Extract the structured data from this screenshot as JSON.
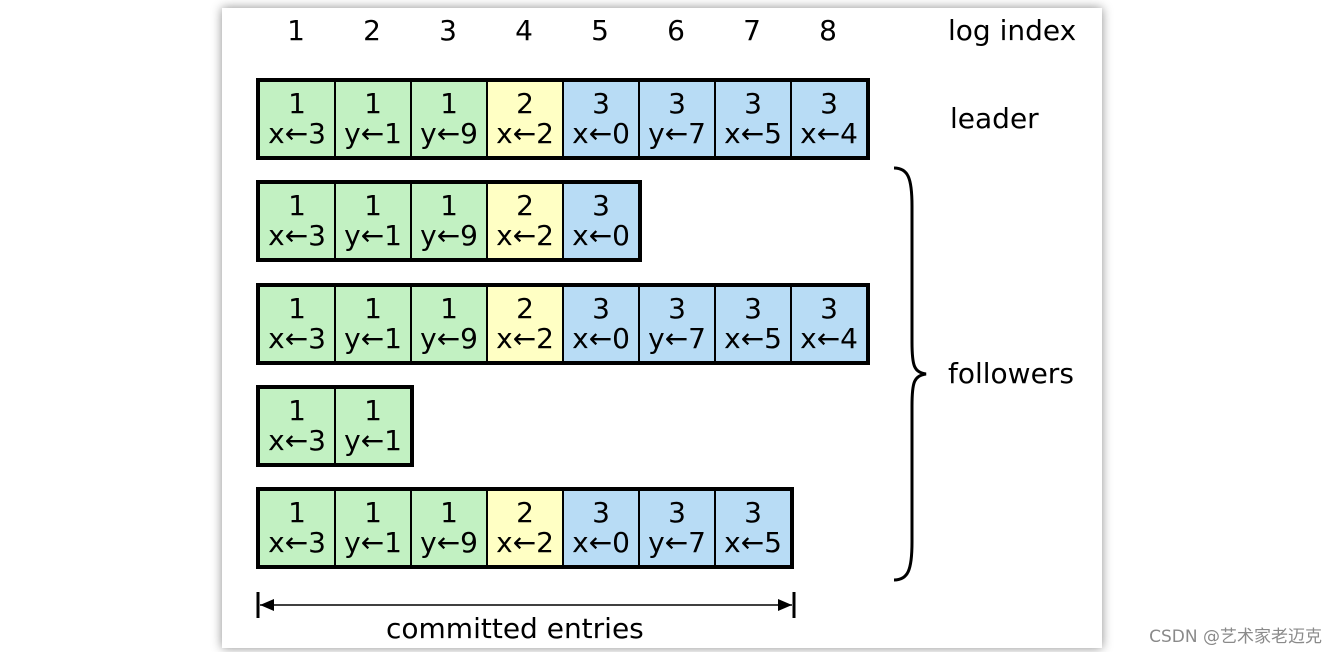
{
  "index_header": {
    "indices": [
      "1",
      "2",
      "3",
      "4",
      "5",
      "6",
      "7",
      "8"
    ],
    "label": "log index"
  },
  "logs": [
    {
      "role": "leader",
      "entries": [
        {
          "term": "1",
          "cmd": "x←3"
        },
        {
          "term": "1",
          "cmd": "y←1"
        },
        {
          "term": "1",
          "cmd": "y←9"
        },
        {
          "term": "2",
          "cmd": "x←2"
        },
        {
          "term": "3",
          "cmd": "x←0"
        },
        {
          "term": "3",
          "cmd": "y←7"
        },
        {
          "term": "3",
          "cmd": "x←5"
        },
        {
          "term": "3",
          "cmd": "x←4"
        }
      ]
    },
    {
      "role": "follower",
      "entries": [
        {
          "term": "1",
          "cmd": "x←3"
        },
        {
          "term": "1",
          "cmd": "y←1"
        },
        {
          "term": "1",
          "cmd": "y←9"
        },
        {
          "term": "2",
          "cmd": "x←2"
        },
        {
          "term": "3",
          "cmd": "x←0"
        }
      ]
    },
    {
      "role": "follower",
      "entries": [
        {
          "term": "1",
          "cmd": "x←3"
        },
        {
          "term": "1",
          "cmd": "y←1"
        },
        {
          "term": "1",
          "cmd": "y←9"
        },
        {
          "term": "2",
          "cmd": "x←2"
        },
        {
          "term": "3",
          "cmd": "x←0"
        },
        {
          "term": "3",
          "cmd": "y←7"
        },
        {
          "term": "3",
          "cmd": "x←5"
        },
        {
          "term": "3",
          "cmd": "x←4"
        }
      ]
    },
    {
      "role": "follower",
      "entries": [
        {
          "term": "1",
          "cmd": "x←3"
        },
        {
          "term": "1",
          "cmd": "y←1"
        }
      ]
    },
    {
      "role": "follower",
      "entries": [
        {
          "term": "1",
          "cmd": "x←3"
        },
        {
          "term": "1",
          "cmd": "y←1"
        },
        {
          "term": "1",
          "cmd": "y←9"
        },
        {
          "term": "2",
          "cmd": "x←2"
        },
        {
          "term": "3",
          "cmd": "x←0"
        },
        {
          "term": "3",
          "cmd": "y←7"
        },
        {
          "term": "3",
          "cmd": "x←5"
        }
      ]
    }
  ],
  "labels": {
    "leader": "leader",
    "followers": "followers",
    "committed": "committed entries"
  },
  "term_colors": {
    "1": "#c2f1c2",
    "2": "#ffffc4",
    "3": "#b8dcf5"
  },
  "watermark": "CSDN @艺术家老迈克"
}
